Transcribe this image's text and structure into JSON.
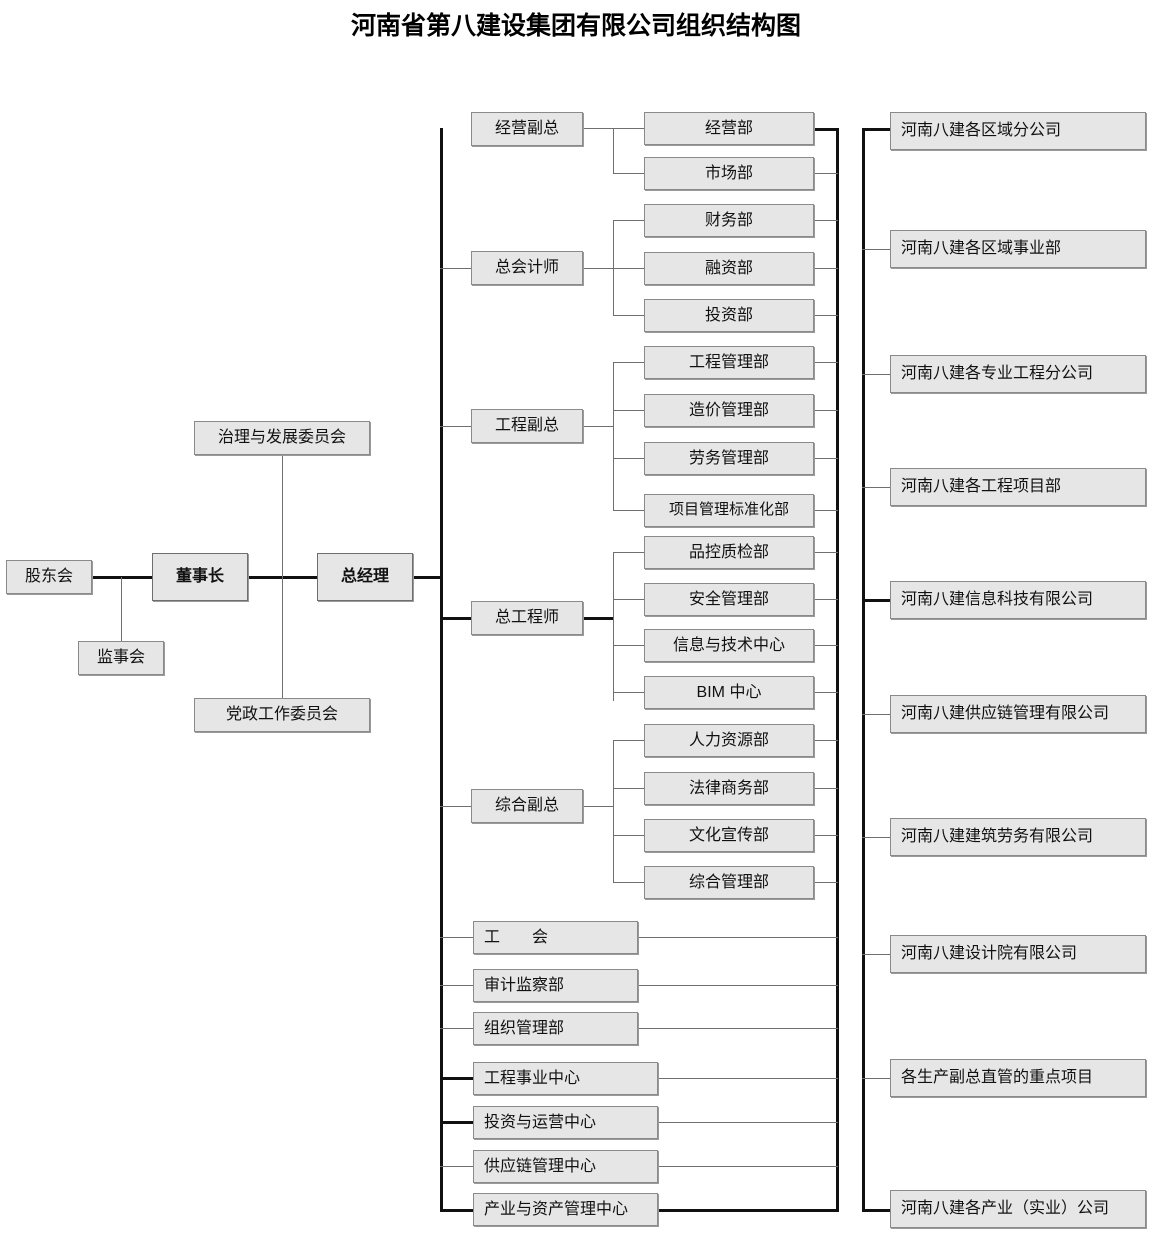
{
  "title": "河南省第八建设集团有限公司组织结构图",
  "colors": {
    "node_fill": "#e6e6e6",
    "node_border": "#8a8a8a",
    "line": "#6f6f6f",
    "trunk": "#111111",
    "background": "#ffffff"
  },
  "governance": {
    "shareholders": "股东会",
    "supervisors": "监事会",
    "chairman": "董事长",
    "general_manager": "总经理",
    "governance_committee": "治理与发展委员会",
    "party_committee": "党政工作委员会"
  },
  "executives": [
    {
      "label": "经营副总",
      "departments": [
        "经营部",
        "市场部"
      ]
    },
    {
      "label": "总会计师",
      "departments": [
        "财务部",
        "融资部",
        "投资部"
      ]
    },
    {
      "label": "工程副总",
      "departments": [
        "工程管理部",
        "造价管理部",
        "劳务管理部",
        "项目管理标准化部"
      ]
    },
    {
      "label": "总工程师",
      "departments": [
        "品控质检部",
        "安全管理部",
        "信息与技术中心",
        "BIM 中心"
      ]
    },
    {
      "label": "综合副总",
      "departments": [
        "人力资源部",
        "法律商务部",
        "文化宣传部",
        "综合管理部"
      ]
    }
  ],
  "direct_units": [
    "工　　会",
    "审计监察部",
    "组织管理部"
  ],
  "centers": [
    "工程事业中心",
    "投资与运营中心",
    "供应链管理中心",
    "产业与资产管理中心"
  ],
  "subsidiaries": [
    "河南八建各区域分公司",
    "河南八建各区域事业部",
    "河南八建各专业工程分公司",
    "河南八建各工程项目部",
    "河南八建信息科技有限公司",
    "河南八建供应链管理有限公司",
    "河南八建建筑劳务有限公司",
    "河南八建设计院有限公司",
    "各生产副总直管的重点项目",
    "河南八建各产业（实业）公司"
  ]
}
